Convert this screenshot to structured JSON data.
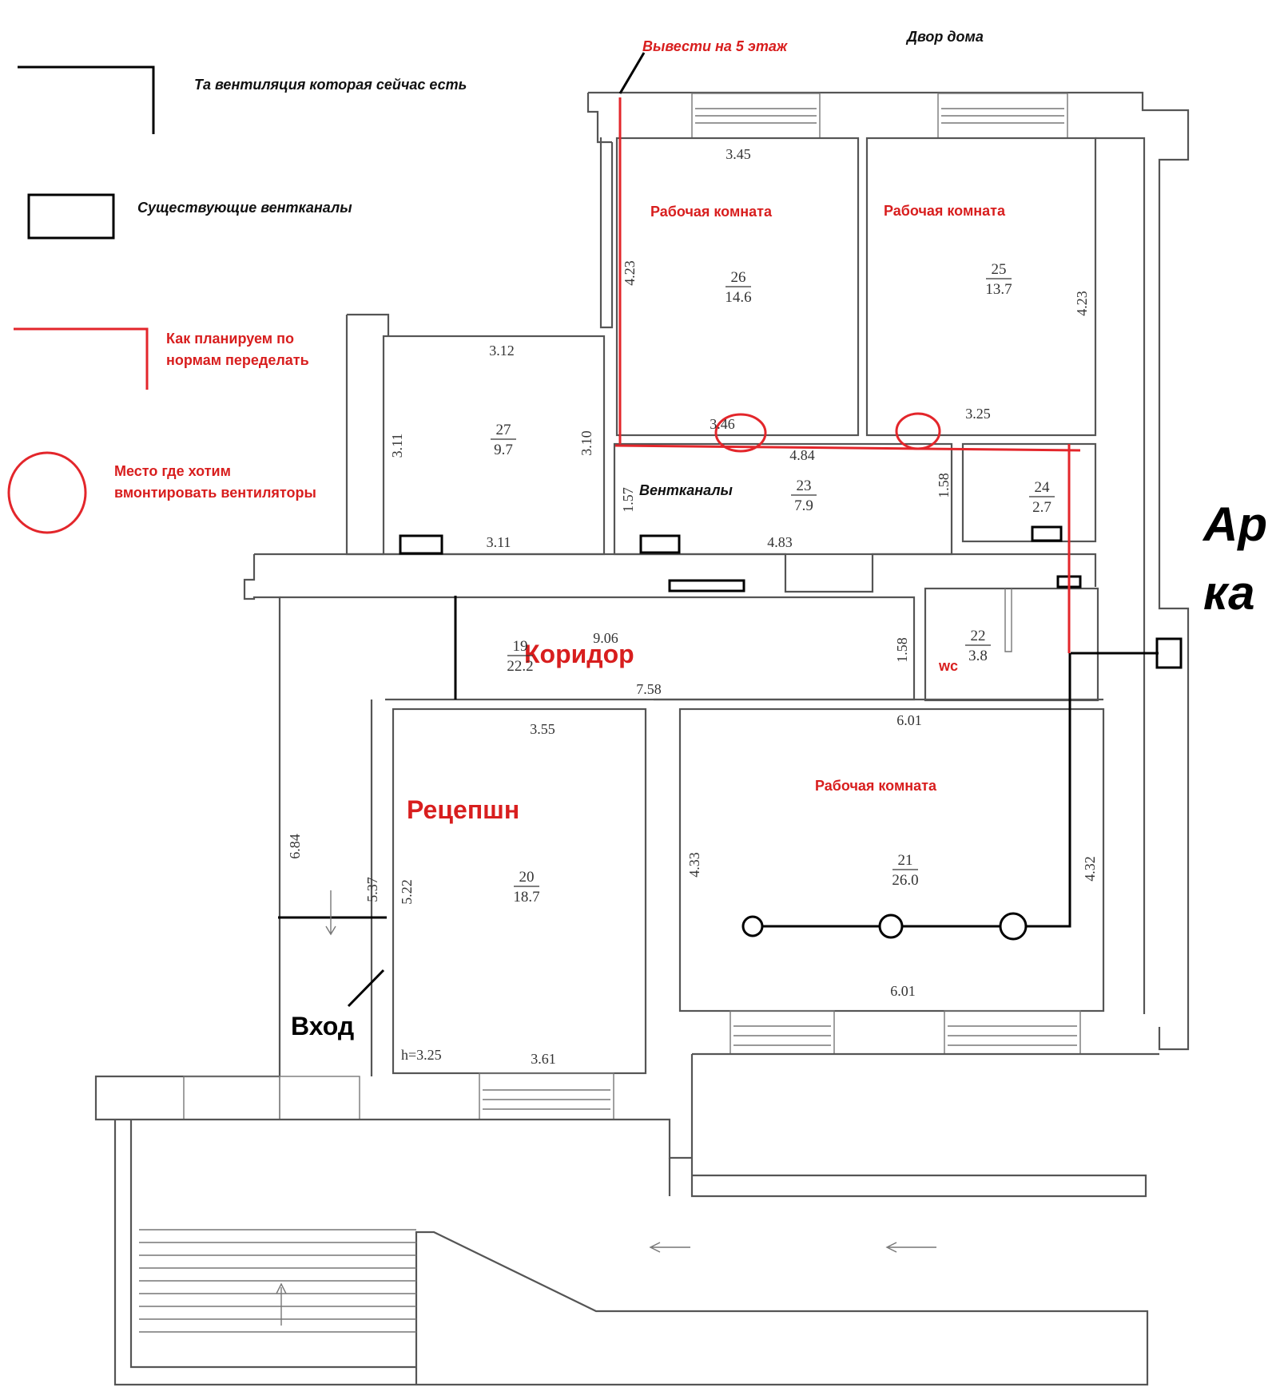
{
  "colors": {
    "accent_red": "#e3262b",
    "wall": "#555555",
    "ink": "#000000"
  },
  "header": {
    "route_label": "Вывести на 5 этаж",
    "courtyard_label": "Двор дома"
  },
  "legend": {
    "existing_vent": "Та вентиляция которая сейчас есть",
    "existing_ducts": "Существующие вентканалы",
    "planned_line1": "Как планируем по",
    "planned_line2": "нормам переделать",
    "fans_line1": "Место где хотим",
    "fans_line2": "вмонтировать вентиляторы"
  },
  "labels": {
    "work_room": "Рабочая комната",
    "vent_ducts": "Вентканалы",
    "corridor": "Коридор",
    "wc": "wc",
    "reception": "Рецепшн",
    "entrance": "Вход",
    "arka_1": "Ар",
    "arka_2": "ка"
  },
  "rooms": {
    "r26": {
      "number": "26",
      "area": "14.6"
    },
    "r25": {
      "number": "25",
      "area": "13.7"
    },
    "r27": {
      "number": "27",
      "area": "9.7"
    },
    "r23": {
      "number": "23",
      "area": "7.9"
    },
    "r24": {
      "number": "24",
      "area": "2.7"
    },
    "r19": {
      "number": "19",
      "area": "22.2"
    },
    "r22": {
      "number": "22",
      "area": "3.8"
    },
    "r20": {
      "number": "20",
      "area": "18.7"
    },
    "r21": {
      "number": "21",
      "area": "26.0"
    }
  },
  "dimensions": {
    "r26_top": "3.45",
    "r26_left": "4.23",
    "r26_bottom": "3.46",
    "r25_right": "4.23",
    "r25_bottom": "3.25",
    "r27_top": "3.12",
    "r27_left": "3.11",
    "r27_right": "3.10",
    "r27_bottom": "3.11",
    "r23_top": "4.84",
    "r23_left": "1.57",
    "r23_right": "1.58",
    "r23_bottom": "4.83",
    "corr_top": "9.06",
    "corr_right": "1.58",
    "corr_bottom": "7.58",
    "r20_top": "3.55",
    "r20_left": "5.22",
    "r20_bottom": "3.61",
    "r20_height": "h=3.25",
    "r21_top": "6.01",
    "r21_left": "4.33",
    "r21_right": "4.32",
    "r21_bottom": "6.01",
    "entry_left": "6.84",
    "entry_right": "5.37"
  }
}
